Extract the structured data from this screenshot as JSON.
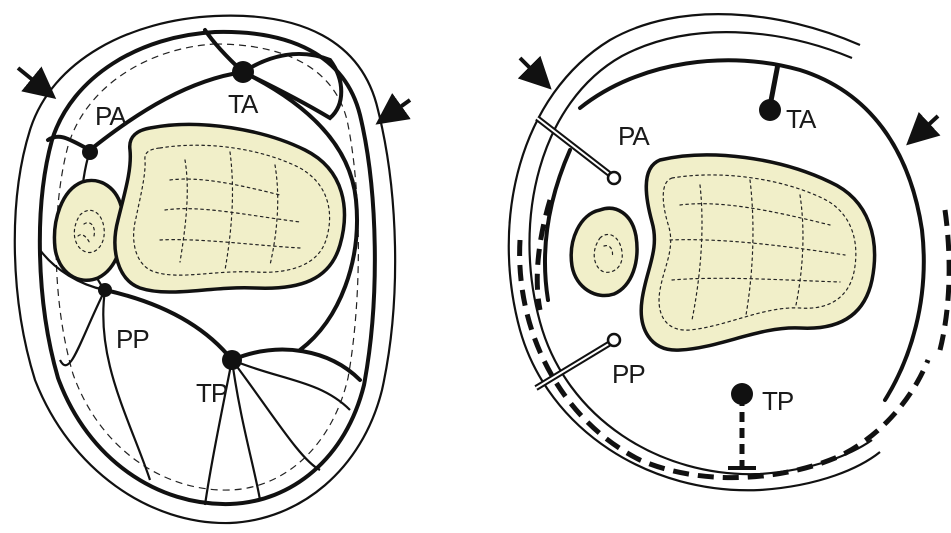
{
  "left_figure": {
    "labels": {
      "anterior": "PA",
      "tibial_anterior": "TA",
      "posterior": "PP",
      "tibial_posterior": "TP"
    }
  },
  "right_figure": {
    "labels": {
      "anterior": "PA",
      "tibial_anterior": "TA",
      "posterior": "PP",
      "tibial_posterior": "TP"
    }
  },
  "colors": {
    "bone_fill": "#f1efc9",
    "stroke": "#111111"
  }
}
